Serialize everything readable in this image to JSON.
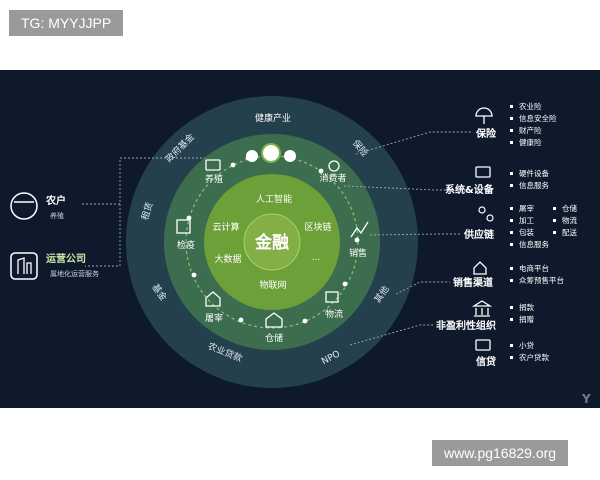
{
  "watermark_top": "TG: MYYJJPP",
  "watermark_bottom": "www.pg16829.org",
  "colors": {
    "background": "#0e1a2c",
    "outer_ring": "#24404c",
    "middle_ring": "#3b6d4e",
    "core": "#6ea03a",
    "center": "#84ae46",
    "accent": "#c8e6a2"
  },
  "center_label": "金融",
  "core_items": [
    "人工智能",
    "云计算",
    "区块链",
    "大数据",
    "...",
    "物联网"
  ],
  "middle_items": [
    "健康产业",
    "消费者",
    "销售",
    "物流",
    "仓储",
    "屠宰",
    "检疫",
    "养殖"
  ],
  "outer_items": [
    "保险",
    "其他",
    "NPO",
    "农业贷款",
    "基金",
    "租赁",
    "政府基金"
  ],
  "left_entities": [
    {
      "title": "农户",
      "subtitle": "养殖",
      "icon": "farmer-icon"
    },
    {
      "title": "运营公司",
      "subtitle": "属地化运营服务",
      "icon": "building-icon"
    }
  ],
  "right_categories": [
    {
      "title": "保险",
      "icon": "umbrella-icon",
      "items": [
        "农业险",
        "信息安全险",
        "财产险",
        "健康险"
      ]
    },
    {
      "title": "系统&设备",
      "icon": "monitor-icon",
      "items": [
        "硬件设备",
        "信息服务"
      ]
    },
    {
      "title": "供应链",
      "icon": "network-icon",
      "items": [
        "屠宰",
        "仓储",
        "加工",
        "物流",
        "包装",
        "配送",
        "信息服务"
      ]
    },
    {
      "title": "销售渠道",
      "icon": "shop-icon",
      "items": [
        "电商平台",
        "众筹预售平台"
      ]
    },
    {
      "title": "非盈利性组织",
      "icon": "bank-icon",
      "items": [
        "捐款",
        "捐赠"
      ]
    },
    {
      "title": "信贷",
      "icon": "wallet-icon",
      "items": [
        "小贷",
        "农户贷款"
      ]
    }
  ],
  "corner_logo": "Y"
}
